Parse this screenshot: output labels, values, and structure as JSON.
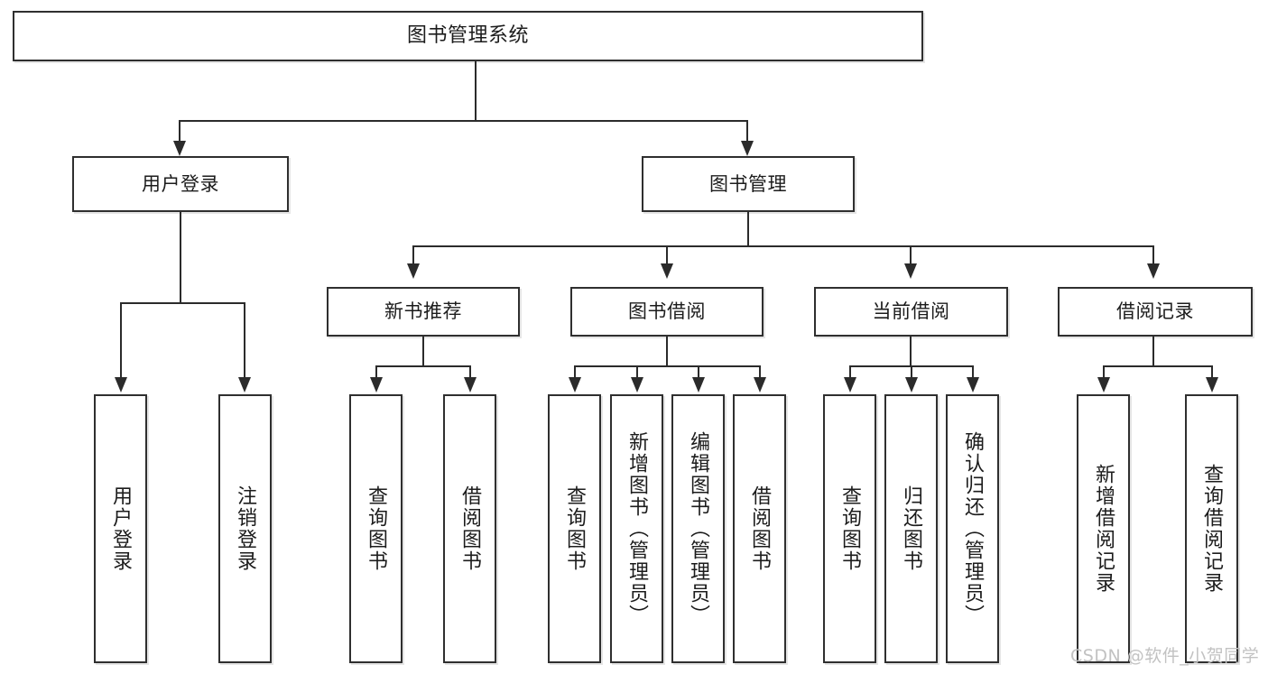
{
  "diagram": {
    "title": "图书管理系统",
    "watermark": "CSDN @软件_小贺同学",
    "line_color": "#2b2b2b",
    "box_border_color": "#2f2f2f",
    "background_color": "#ffffff",
    "watermark_color": "#c2c2c2"
  },
  "root": {
    "label": "图书管理系统"
  },
  "level1": [
    {
      "label": "用户登录"
    },
    {
      "label": "图书管理"
    }
  ],
  "level2": [
    {
      "label": "新书推荐"
    },
    {
      "label": "图书借阅"
    },
    {
      "label": "当前借阅"
    },
    {
      "label": "借阅记录"
    }
  ],
  "leaves": {
    "user_login": [
      {
        "label": "用户登录"
      },
      {
        "label": "注销登录"
      }
    ],
    "new_book": [
      {
        "label": "查询图书"
      },
      {
        "label": "借阅图书"
      }
    ],
    "borrow_book": [
      {
        "label": "查询图书"
      },
      {
        "label": "新增图书（管理员）"
      },
      {
        "label": "编辑图书（管理员）"
      },
      {
        "label": "借阅图书"
      }
    ],
    "current_borrow": [
      {
        "label": "查询图书"
      },
      {
        "label": "归还图书"
      },
      {
        "label": "确认归还（管理员）"
      }
    ],
    "borrow_record": [
      {
        "label": "新增借阅记录"
      },
      {
        "label": "查询借阅记录"
      }
    ]
  }
}
